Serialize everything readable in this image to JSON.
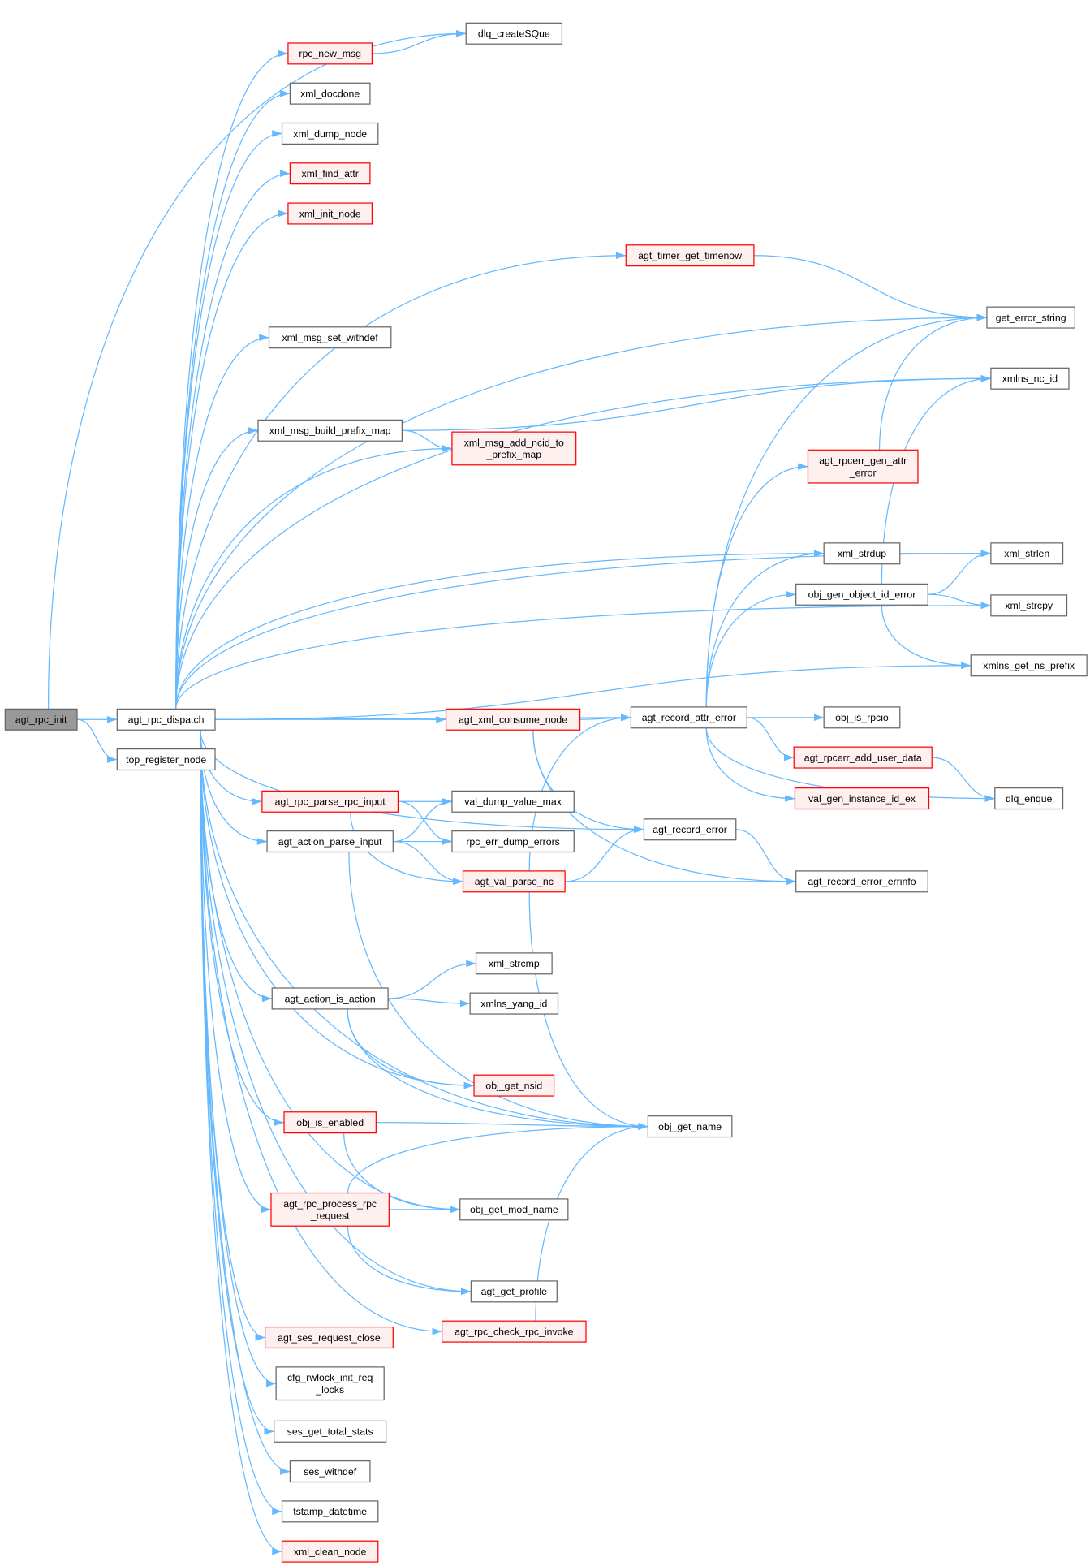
{
  "graph": {
    "colors": {
      "edge": "#63b8ff",
      "node_fill": "#ffffff",
      "node_stroke": "#666666",
      "root_fill": "#999999",
      "root_stroke": "#666666",
      "truncated_fill": "#fff0f0",
      "truncated_stroke": "#ff0000",
      "text": "#000000"
    },
    "nodes": [
      {
        "lines": [
          "agt_rpc_init"
        ],
        "root": true
      },
      {
        "lines": [
          "agt_rpc_dispatch"
        ]
      },
      {
        "lines": [
          "top_register_node"
        ]
      },
      {
        "lines": [
          "dlq_createSQue"
        ]
      },
      {
        "lines": [
          "rpc_new_msg"
        ],
        "truncated": true
      },
      {
        "lines": [
          "xml_docdone"
        ]
      },
      {
        "lines": [
          "xml_dump_node"
        ]
      },
      {
        "lines": [
          "xml_find_attr"
        ],
        "truncated": true
      },
      {
        "lines": [
          "xml_init_node"
        ],
        "truncated": true
      },
      {
        "lines": [
          "agt_timer_get_timenow"
        ],
        "truncated": true
      },
      {
        "lines": [
          "get_error_string"
        ]
      },
      {
        "lines": [
          "xml_msg_set_withdef"
        ]
      },
      {
        "lines": [
          "xmlns_nc_id"
        ]
      },
      {
        "lines": [
          "xml_msg_build_prefix_map"
        ]
      },
      {
        "lines": [
          "xml_msg_add_ncid_to",
          "_prefix_map"
        ],
        "truncated": true
      },
      {
        "lines": [
          "agt_rpcerr_gen_attr",
          "_error"
        ],
        "truncated": true
      },
      {
        "lines": [
          "xml_strdup"
        ]
      },
      {
        "lines": [
          "xml_strlen"
        ]
      },
      {
        "lines": [
          "obj_gen_object_id_error"
        ]
      },
      {
        "lines": [
          "xml_strcpy"
        ]
      },
      {
        "lines": [
          "xmlns_get_ns_prefix"
        ]
      },
      {
        "lines": [
          "agt_xml_consume_node"
        ],
        "truncated": true
      },
      {
        "lines": [
          "agt_record_attr_error"
        ]
      },
      {
        "lines": [
          "obj_is_rpcio"
        ]
      },
      {
        "lines": [
          "agt_rpcerr_add_user_data"
        ],
        "truncated": true
      },
      {
        "lines": [
          "val_gen_instance_id_ex"
        ],
        "truncated": true
      },
      {
        "lines": [
          "dlq_enque"
        ]
      },
      {
        "lines": [
          "agt_rpc_parse_rpc_input"
        ],
        "truncated": true
      },
      {
        "lines": [
          "val_dump_value_max"
        ]
      },
      {
        "lines": [
          "agt_record_error"
        ]
      },
      {
        "lines": [
          "agt_action_parse_input"
        ]
      },
      {
        "lines": [
          "rpc_err_dump_errors"
        ]
      },
      {
        "lines": [
          "agt_val_parse_nc"
        ],
        "truncated": true
      },
      {
        "lines": [
          "agt_record_error_errinfo"
        ]
      },
      {
        "lines": [
          "xml_strcmp"
        ]
      },
      {
        "lines": [
          "agt_action_is_action"
        ]
      },
      {
        "lines": [
          "xmlns_yang_id"
        ]
      },
      {
        "lines": [
          "obj_get_nsid"
        ],
        "truncated": true
      },
      {
        "lines": [
          "obj_is_enabled"
        ],
        "truncated": true
      },
      {
        "lines": [
          "obj_get_name"
        ]
      },
      {
        "lines": [
          "obj_get_mod_name"
        ]
      },
      {
        "lines": [
          "agt_rpc_process_rpc",
          "_request"
        ],
        "truncated": true
      },
      {
        "lines": [
          "agt_get_profile"
        ]
      },
      {
        "lines": [
          "agt_rpc_check_rpc_invoke"
        ],
        "truncated": true
      },
      {
        "lines": [
          "agt_ses_request_close"
        ],
        "truncated": true
      },
      {
        "lines": [
          "cfg_rwlock_init_req",
          "_locks"
        ]
      },
      {
        "lines": [
          "ses_get_total_stats"
        ]
      },
      {
        "lines": [
          "ses_withdef"
        ]
      },
      {
        "lines": [
          "tstamp_datetime"
        ]
      },
      {
        "lines": [
          "xml_clean_node"
        ],
        "truncated": true
      }
    ],
    "edges": [
      [
        0,
        3
      ],
      [
        0,
        1
      ],
      [
        0,
        2
      ],
      [
        4,
        3
      ],
      [
        1,
        4
      ],
      [
        1,
        5
      ],
      [
        1,
        6
      ],
      [
        1,
        7
      ],
      [
        1,
        8
      ],
      [
        1,
        9
      ],
      [
        1,
        10
      ],
      [
        1,
        11
      ],
      [
        1,
        12
      ],
      [
        1,
        13
      ],
      [
        1,
        14
      ],
      [
        1,
        17
      ],
      [
        1,
        16
      ],
      [
        1,
        19
      ],
      [
        1,
        20
      ],
      [
        1,
        22
      ],
      [
        1,
        21
      ],
      [
        1,
        29
      ],
      [
        1,
        27
      ],
      [
        1,
        30
      ],
      [
        1,
        35
      ],
      [
        1,
        37
      ],
      [
        1,
        39
      ],
      [
        1,
        38
      ],
      [
        1,
        40
      ],
      [
        1,
        41
      ],
      [
        1,
        42
      ],
      [
        1,
        43
      ],
      [
        1,
        44
      ],
      [
        1,
        45
      ],
      [
        1,
        46
      ],
      [
        1,
        47
      ],
      [
        1,
        48
      ],
      [
        1,
        49
      ],
      [
        9,
        10
      ],
      [
        13,
        12
      ],
      [
        13,
        14
      ],
      [
        15,
        10
      ],
      [
        16,
        17
      ],
      [
        18,
        12
      ],
      [
        18,
        17
      ],
      [
        18,
        19
      ],
      [
        18,
        20
      ],
      [
        21,
        22
      ],
      [
        21,
        29
      ],
      [
        21,
        33
      ],
      [
        22,
        10
      ],
      [
        22,
        15
      ],
      [
        22,
        16
      ],
      [
        22,
        18
      ],
      [
        22,
        23
      ],
      [
        22,
        24
      ],
      [
        22,
        25
      ],
      [
        22,
        26
      ],
      [
        24,
        26
      ],
      [
        27,
        28
      ],
      [
        27,
        31
      ],
      [
        27,
        32
      ],
      [
        30,
        28
      ],
      [
        30,
        31
      ],
      [
        30,
        32
      ],
      [
        30,
        39
      ],
      [
        29,
        33
      ],
      [
        32,
        22
      ],
      [
        32,
        29
      ],
      [
        32,
        33
      ],
      [
        32,
        39
      ],
      [
        35,
        34
      ],
      [
        35,
        36
      ],
      [
        35,
        37
      ],
      [
        35,
        39
      ],
      [
        38,
        39
      ],
      [
        38,
        40
      ],
      [
        41,
        40
      ],
      [
        41,
        39
      ],
      [
        41,
        42
      ],
      [
        43,
        39
      ]
    ]
  }
}
